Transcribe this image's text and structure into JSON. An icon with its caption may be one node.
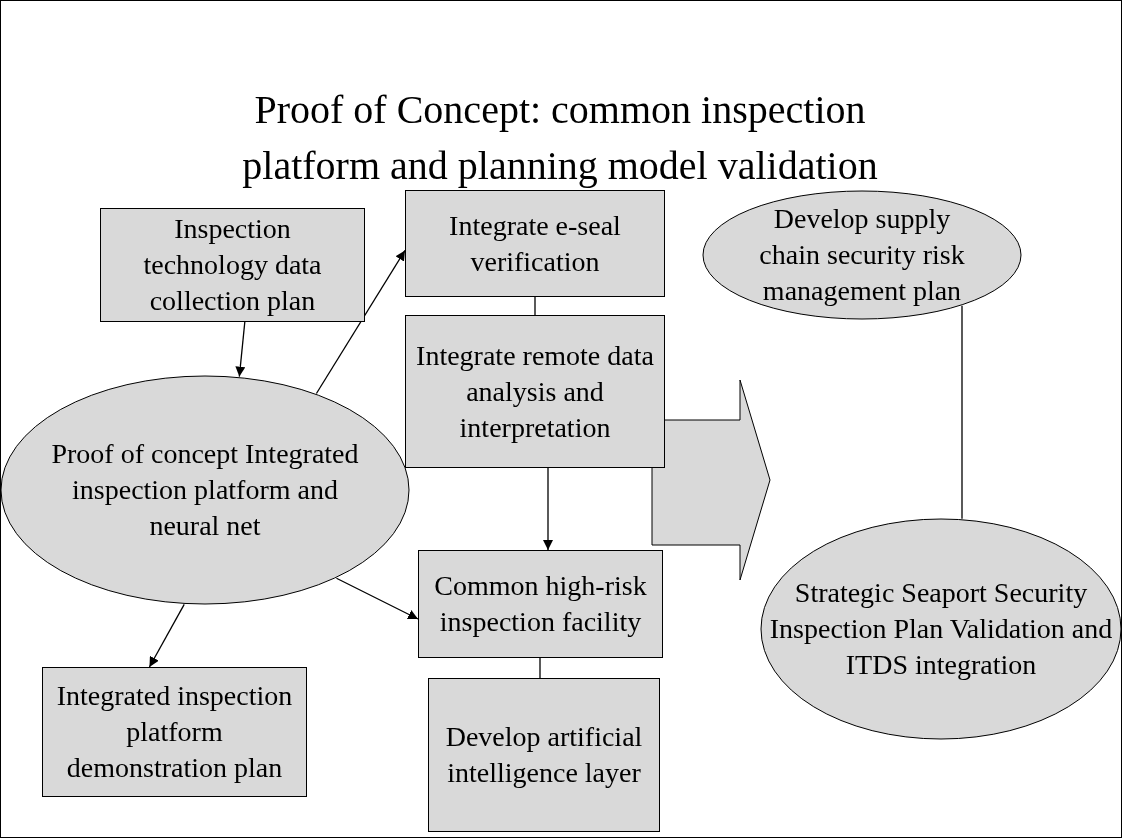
{
  "diagram": {
    "title": "Proof of Concept: common inspection platform and planning model validation",
    "nodes": [
      {
        "text": [
          "Inspection technology data collection plan"
        ]
      },
      {
        "text": [
          "Proof of concept Integrated inspection platform and neural net"
        ]
      },
      {
        "text": [
          "Integrate e-seal verification"
        ]
      },
      {
        "text": [
          "Integrate remote data analysis and interpretation"
        ]
      },
      {
        "text": [
          "Common high-risk inspection facility"
        ]
      },
      {
        "text": [
          "Develop artificial intelligence layer"
        ]
      },
      {
        "text": [
          "Integrated inspection platform demonstration plan"
        ]
      },
      {
        "text": [
          "Develop supply chain security risk management plan"
        ]
      },
      {
        "text": [
          "Strategic Seaport Security Inspection Plan Validation and ITDS integration"
        ]
      }
    ],
    "edges": [
      {
        "from": 0,
        "to": 1,
        "arrow": "to"
      },
      {
        "from": 1,
        "to": 2,
        "arrow": "to"
      },
      {
        "from": 2,
        "to": 3,
        "arrow": "none"
      },
      {
        "from": 3,
        "to": 4,
        "arrow": "to"
      },
      {
        "from": 1,
        "to": 4,
        "arrow": "to"
      },
      {
        "from": 1,
        "to": 6,
        "arrow": "to"
      },
      {
        "from": 4,
        "to": 5,
        "arrow": "none"
      },
      {
        "from": 7,
        "to": 8,
        "arrow": "none"
      }
    ]
  }
}
